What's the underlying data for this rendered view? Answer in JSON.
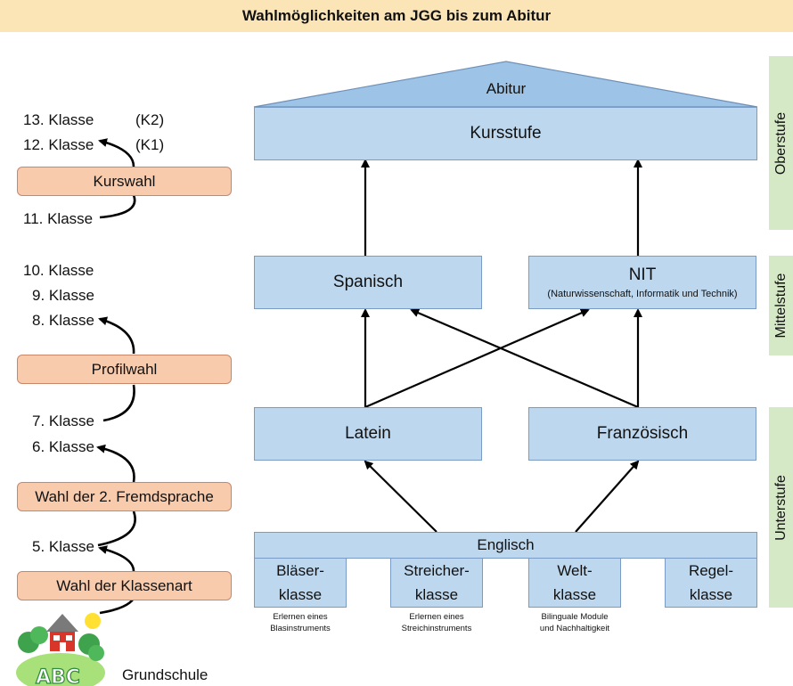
{
  "title": "Wahlmöglichkeiten am JGG bis zum Abitur",
  "left": {
    "k13": "13. Klasse",
    "k13_tag": "(K2)",
    "k12": "12. Klasse",
    "k12_tag": "(K1)",
    "kurswahl": "Kurswahl",
    "k11": "11. Klasse",
    "k10": "10. Klasse",
    "k9": "9. Klasse",
    "k8": "8. Klasse",
    "profilwahl": "Profilwahl",
    "k7": "7. Klasse",
    "k6": "6. Klasse",
    "fremdsprache": "Wahl der 2. Fremdsprache",
    "k5": "5. Klasse",
    "klassenart": "Wahl der Klassenart",
    "grundschule": "Grundschule",
    "abc": "ABC"
  },
  "main": {
    "abitur": "Abitur",
    "kursstufe": "Kursstufe",
    "spanisch": "Spanisch",
    "nit": "NIT",
    "nit_sub": "(Naturwissenschaft, Informatik und Technik)",
    "latein": "Latein",
    "franzoesisch": "Französisch",
    "englisch": "Englisch",
    "classes": [
      {
        "line1": "Bläser-",
        "line2": "klasse",
        "note1": "Erlernen eines",
        "note2": "Blasinstruments"
      },
      {
        "line1": "Streicher-",
        "line2": "klasse",
        "note1": "Erlernen eines",
        "note2": "Streichinstruments"
      },
      {
        "line1": "Welt-",
        "line2": "klasse",
        "note1": "Bilinguale Module",
        "note2": "und Nachhaltigkeit"
      },
      {
        "line1": "Regel-",
        "line2": "klasse",
        "note1": "",
        "note2": ""
      }
    ]
  },
  "stages": {
    "oberstufe": "Oberstufe",
    "mittelstufe": "Mittelstufe",
    "unterstufe": "Unterstufe"
  }
}
